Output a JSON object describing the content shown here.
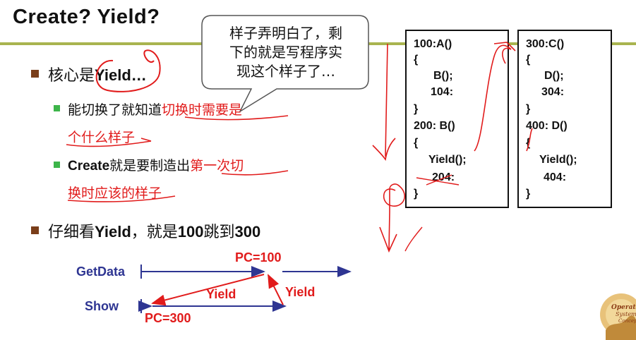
{
  "slide": {
    "title": "Create? Yield?",
    "bubble": {
      "line1": "样子弄明白了，剩",
      "line2": "下的就是写程序实",
      "line3": "现这个样子了…"
    },
    "bullets": {
      "b1": {
        "prefix": "核心是",
        "bold": "Yield",
        "suffix": "…"
      },
      "b1a": {
        "normal": "能切换了就知道",
        "red": "切换时需要是",
        "red2": "个什么样子"
      },
      "b1b": {
        "bold": "Create",
        "normal": "就是要制造出",
        "red": "第一次切",
        "red2": "换时应该的样子"
      },
      "b2": {
        "prefix": "仔细看",
        "bold": "Yield",
        "mid": "，就是",
        "n1": "100",
        "mid2": "跳到",
        "n2": "300"
      }
    },
    "code_left": [
      "100:A()",
      "{",
      "B();",
      "104:",
      "}",
      "200: B()",
      "{",
      "Yield();",
      "204:",
      "}"
    ],
    "code_right": [
      "300:C()",
      "{",
      "D();",
      "304:",
      "}",
      "400: D()",
      "{",
      "Yield();",
      "404:",
      "}"
    ],
    "diagram": {
      "getdata": "GetData",
      "show": "Show",
      "pc100": "PC=100",
      "pc300": "PC=300",
      "yield1": "Yield",
      "yield2": "Yield"
    },
    "logo": {
      "line1": "Operating",
      "line2": "System",
      "line3": "Concepts"
    },
    "colors": {
      "accent_line": "#a9b44f",
      "red": "#e11b1b",
      "blue": "#2e3592",
      "bullet_brown": "#7a3e1a",
      "bullet_green": "#3db54a"
    }
  }
}
